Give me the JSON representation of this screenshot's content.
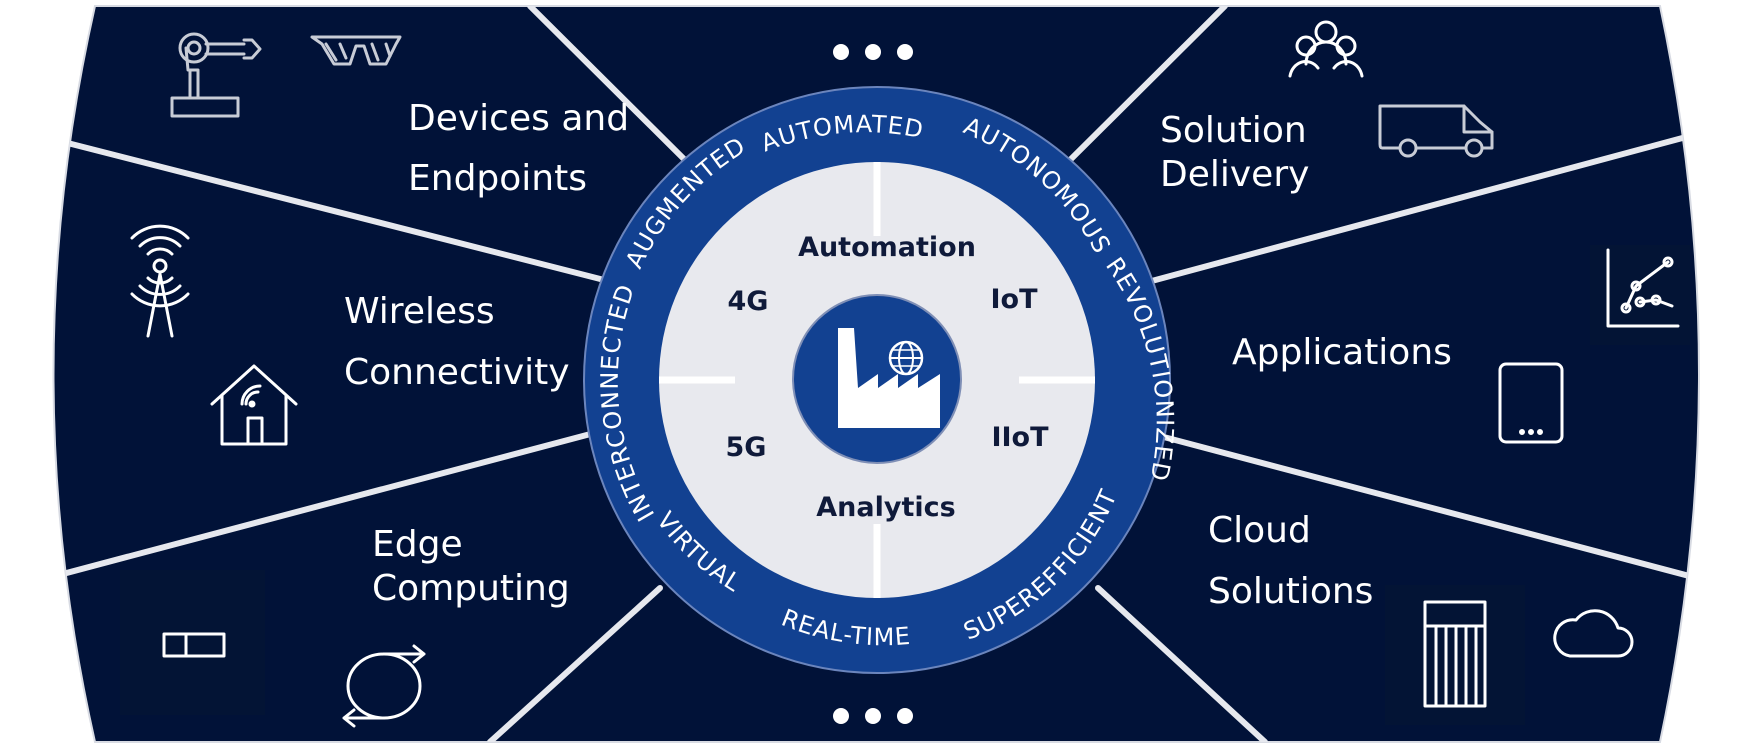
{
  "colors": {
    "background": "#011238",
    "divider": "#e6e8ee",
    "ring": "#124191",
    "inner_disc": "#e8e9ee",
    "center_disc": "#124191",
    "core_text": "#0f1a3a",
    "label_text": "#ffffff"
  },
  "segments": {
    "devices": {
      "line1": "Devices and",
      "line2": "Endpoints",
      "icons": [
        "robot-arm-icon",
        "smart-glasses-icon"
      ]
    },
    "wireless": {
      "line1": "Wireless",
      "line2": "Connectivity",
      "icons": [
        "antenna-icon",
        "smart-home-icon"
      ]
    },
    "edge": {
      "line1": "Edge",
      "line2": "Computing",
      "icons": [
        "server-slot-icon",
        "sync-cycle-icon"
      ]
    },
    "solution": {
      "line1": "Solution",
      "line2": "Delivery",
      "icons": [
        "people-group-icon",
        "delivery-van-icon"
      ]
    },
    "applications": {
      "line1": "Applications",
      "icons": [
        "analytics-chart-icon",
        "tablet-icon"
      ]
    },
    "cloud": {
      "line1": "Cloud",
      "line2": "Solutions",
      "icons": [
        "server-rack-icon",
        "cloud-icon"
      ]
    },
    "top_more": {
      "icon": "more-dots-icon"
    },
    "bottom_more": {
      "icon": "more-dots-icon"
    }
  },
  "ring_words": {
    "automated": "AUTOMATED",
    "autonomous": "AUTONOMOUS",
    "revolutionized": "REVOLUTIONIZED",
    "superefficient": "SUPEREFFICIENT",
    "real_time": "REAL-TIME",
    "virtual": "VIRTUAL",
    "interconnected": "INTERCONNECTED",
    "augmented": "AUGMENTED"
  },
  "core": {
    "automation": "Automation",
    "analytics": "Analytics",
    "four_g": "4G",
    "five_g": "5G",
    "iot": "IoT",
    "iiot": "IIoT",
    "center_icon": "smart-factory-globe-icon"
  }
}
